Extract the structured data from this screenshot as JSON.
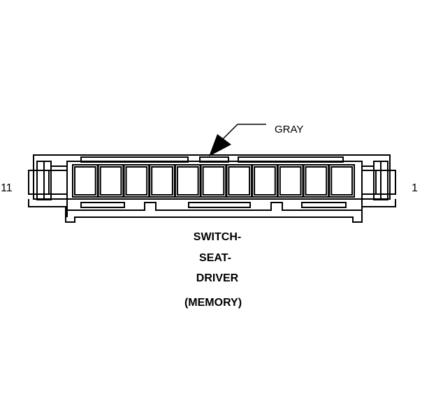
{
  "connector": {
    "pin_left": "11",
    "pin_right": "1",
    "color_callout": "GRAY",
    "cavity_count": 11,
    "stroke_color": "#000000",
    "background_color": "#ffffff"
  },
  "title": {
    "line1": "SWITCH-",
    "line2": "SEAT-",
    "line3": "DRIVER",
    "line4": "(MEMORY)"
  }
}
